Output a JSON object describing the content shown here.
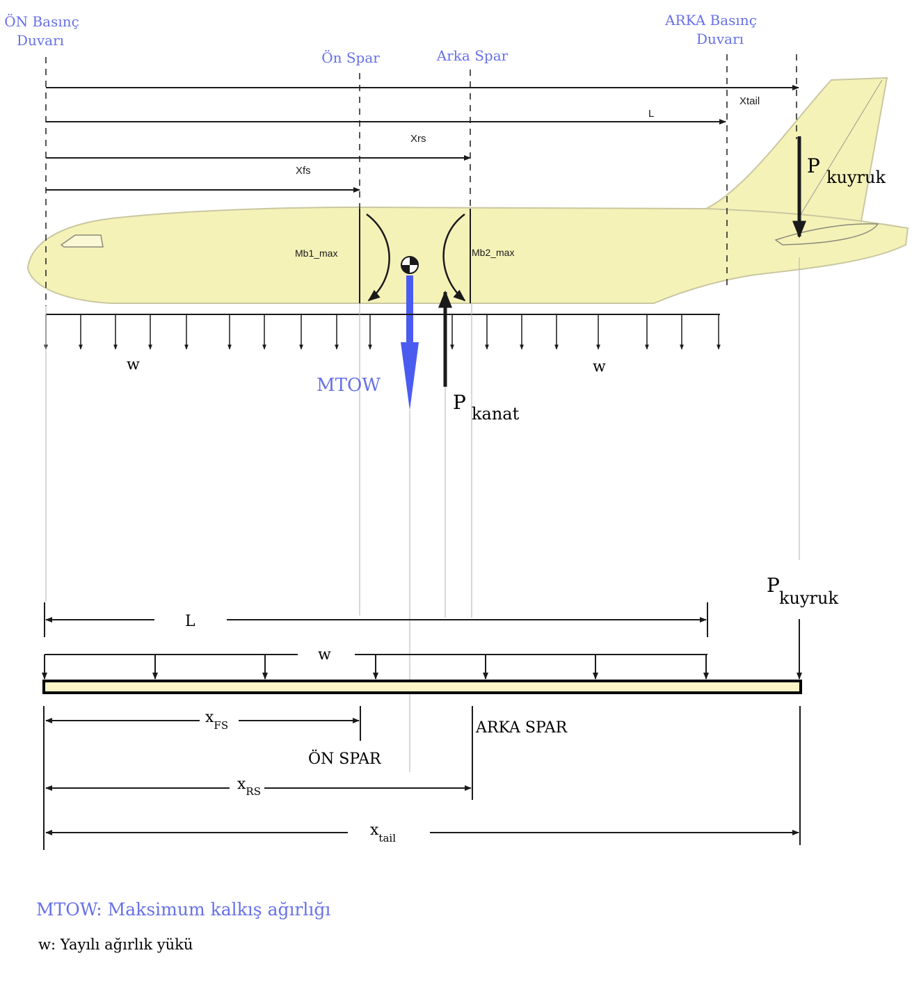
{
  "colors": {
    "accent": "#6670e8",
    "fuselage": "#f5f2b8",
    "fuselage_stroke": "#c9c7a0",
    "beam_fill": "#fbf5c7",
    "ink": "#1a1a1a",
    "mtow_arrow": "#4a5cf0"
  },
  "labels": {
    "front_bulkhead": [
      "ÖN Basınç",
      "Duvarı"
    ],
    "rear_bulkhead": [
      "ARKA  Basınç",
      "Duvarı"
    ],
    "front_spar": "Ön Spar",
    "rear_spar": "Arka Spar",
    "x_tail_top": "Xtail",
    "l_top": "L",
    "x_rs_top": "Xrs",
    "x_fs_top": "Xfs",
    "p_tail_top": {
      "main": "P",
      "sub": "kuyruk"
    },
    "mb1": "Mb1_max",
    "mb2": "Mb2_max",
    "w_left": "w",
    "w_right": "w",
    "mtow": "MTOW",
    "p_wing": {
      "main": "P",
      "sub": "kanat"
    },
    "p_tail_bottom": {
      "main": "P",
      "sub": "kuyruk"
    },
    "l_bottom": "L",
    "w_bottom": "w",
    "x_fs_bottom": {
      "main": "x",
      "sub": "FS"
    },
    "front_spar_bottom": "ÖN SPAR",
    "rear_spar_bottom": "ARKA SPAR",
    "x_rs_bottom": {
      "main": "x",
      "sub": "RS"
    },
    "x_tail_bottom": {
      "main": "x",
      "sub": "tail"
    }
  },
  "legend": {
    "mtow": "MTOW: Maksimum kalkış ağırlığı",
    "w": "w: Yayılı ağırlık yükü"
  }
}
